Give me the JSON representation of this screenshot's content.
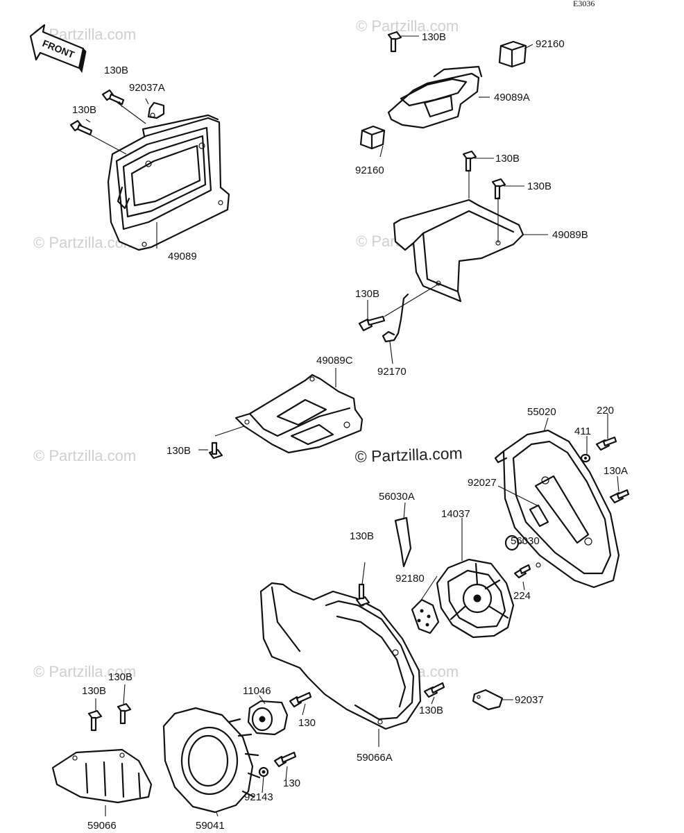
{
  "diagram_code": "E3036",
  "direction_label": "FRONT",
  "watermark": "© Partzilla.com",
  "labels": {
    "l130b_top_right": "130B",
    "l92160_a": "92160",
    "l49089a": "49089A",
    "l92160_b": "92160",
    "l130b_b1": "130B",
    "l130b_b2": "130B",
    "l49089b": "49089B",
    "l130b_left1": "130B",
    "l92037a": "92037A",
    "l130b_left2": "130B",
    "l49089": "49089",
    "l130b_clip": "130B",
    "l92170": "92170",
    "l49089c": "49089C",
    "l130b_c": "130B",
    "l55020": "55020",
    "l220": "220",
    "l411": "411",
    "l130a": "130A",
    "l92027": "92027",
    "l56030a": "56030A",
    "l14037": "14037",
    "l130b_fan": "130B",
    "l56030": "56030",
    "l92180": "92180",
    "l224": "224",
    "l11046": "11046",
    "l130b_s1": "130B",
    "l130b_s2": "130B",
    "l130_a": "130",
    "l130_b": "130",
    "l130b_housing": "130B",
    "l92037": "92037",
    "l59066a": "59066A",
    "l92143": "92143",
    "l59066": "59066",
    "l59041": "59041"
  },
  "icons": [
    "front-arrow-icon",
    "bolt-icon",
    "rubber-block-icon",
    "washer-icon",
    "spring-clip-icon"
  ]
}
